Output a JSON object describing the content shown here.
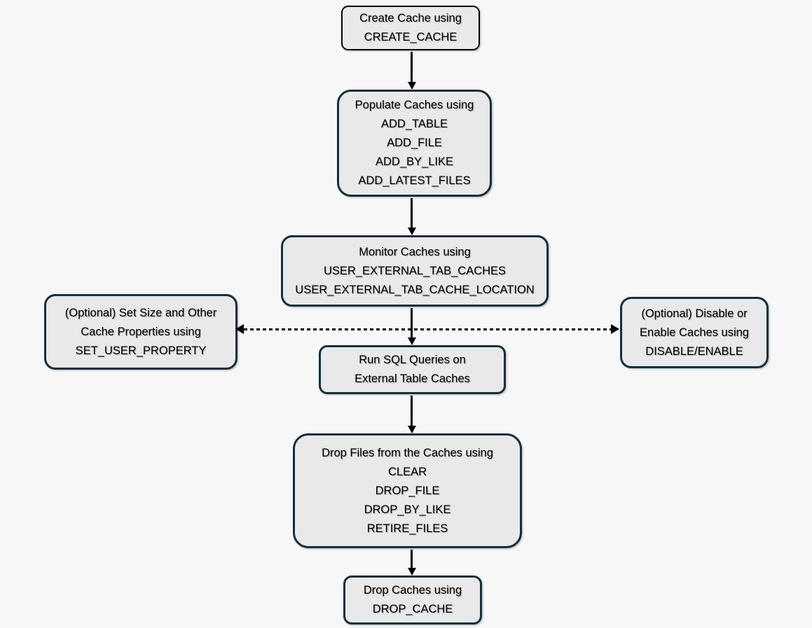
{
  "page": {
    "background_color": "#f7f7f7"
  },
  "diagram": {
    "type": "flowchart",
    "colors": {
      "box_fill": "#e9e9e9",
      "box_border": "#13303f",
      "top_box_border": "#050505",
      "arrow": "#000000",
      "background": "#f7f7f7"
    },
    "nodes": [
      {
        "id": "create-cache",
        "lines": [
          "Create Cache using",
          "CREATE_CACHE"
        ]
      },
      {
        "id": "populate-caches",
        "lines": [
          "Populate Caches using",
          "ADD_TABLE",
          "ADD_FILE",
          "ADD_BY_LIKE",
          "ADD_LATEST_FILES"
        ]
      },
      {
        "id": "monitor-caches",
        "lines": [
          "Monitor Caches using",
          "USER_EXTERNAL_TAB_CACHES",
          "USER_EXTERNAL_TAB_CACHE_LOCATION"
        ]
      },
      {
        "id": "set-property",
        "lines": [
          "(Optional) Set Size and Other",
          "Cache Properties using",
          "SET_USER_PROPERTY"
        ]
      },
      {
        "id": "disable-enable",
        "lines": [
          "(Optional) Disable or",
          "Enable Caches using",
          "DISABLE/ENABLE"
        ]
      },
      {
        "id": "run-sql",
        "lines": [
          "Run SQL Queries on",
          "External Table Caches"
        ]
      },
      {
        "id": "drop-files",
        "lines": [
          "Drop Files from the Caches using",
          "CLEAR",
          "DROP_FILE",
          "DROP_BY_LIKE",
          "RETIRE_FILES"
        ]
      },
      {
        "id": "drop-cache",
        "lines": [
          "Drop Caches using",
          "DROP_CACHE"
        ]
      }
    ],
    "edges": [
      {
        "from": "create-cache",
        "to": "populate-caches",
        "style": "solid"
      },
      {
        "from": "populate-caches",
        "to": "monitor-caches",
        "style": "solid"
      },
      {
        "from": "monitor-caches",
        "to": "run-sql",
        "style": "solid"
      },
      {
        "from": "monitor-caches",
        "to": "set-property",
        "style": "dashed"
      },
      {
        "from": "monitor-caches",
        "to": "disable-enable",
        "style": "dashed"
      },
      {
        "from": "run-sql",
        "to": "drop-files",
        "style": "solid"
      },
      {
        "from": "drop-files",
        "to": "drop-cache",
        "style": "solid"
      }
    ]
  }
}
